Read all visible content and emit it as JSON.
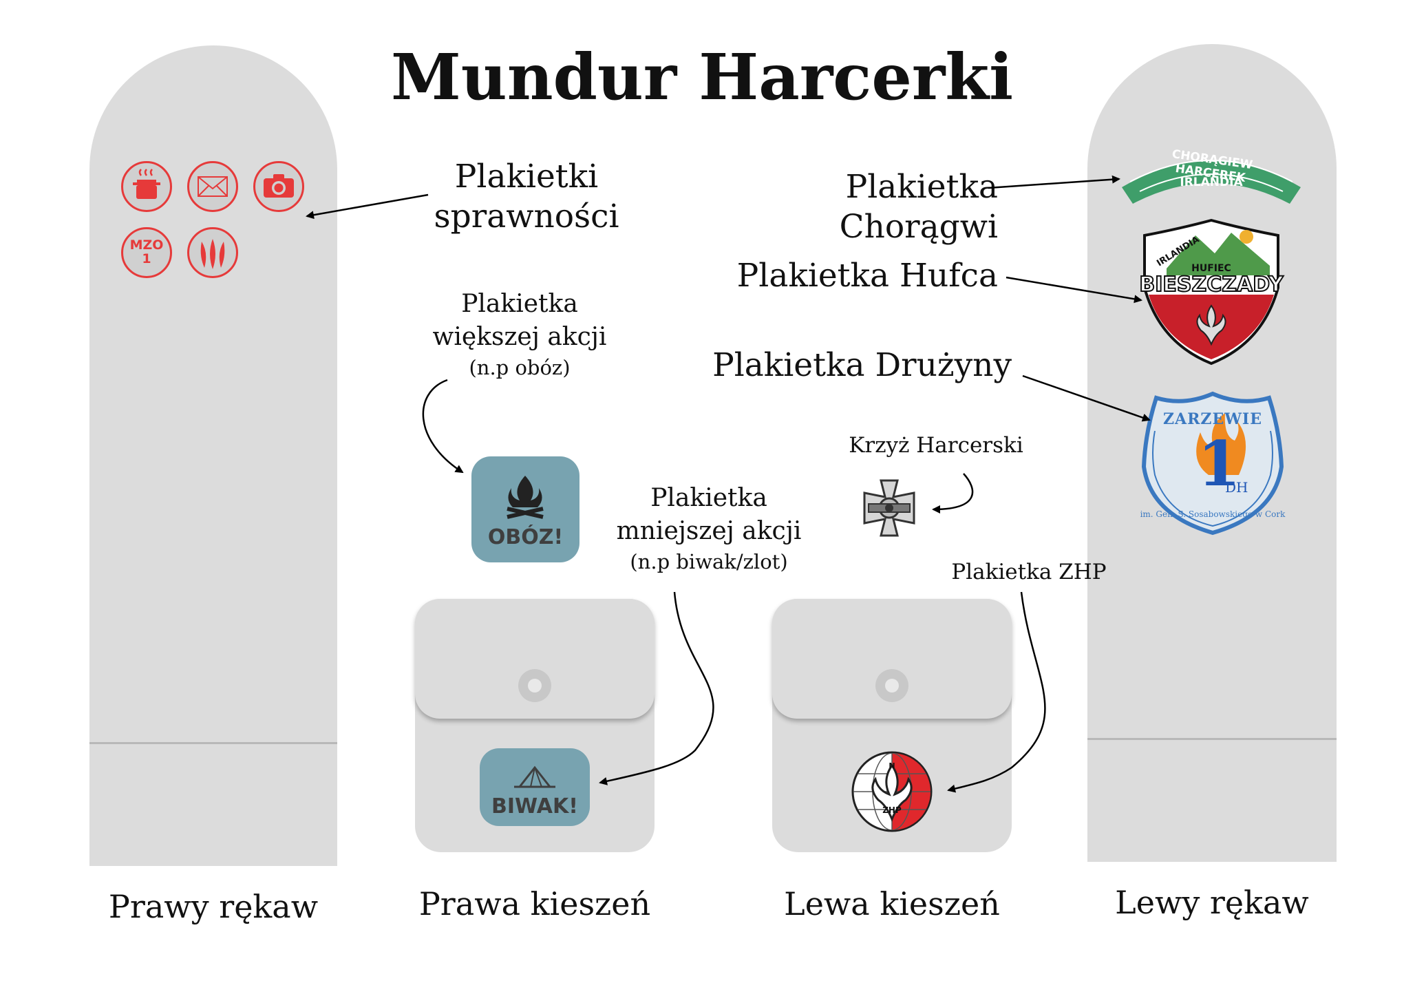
{
  "title": "Mundur Harcerki",
  "labels": {
    "sprawnosci": [
      "Plakietki",
      "sprawności"
    ],
    "wiekszej": [
      "Plakietka",
      "większej akcji"
    ],
    "wiekszej_note": "(n.p obóz)",
    "mniejszej": [
      "Plakietka",
      "mniejszej akcji"
    ],
    "mniejszej_note": "(n.p biwak/zlot)",
    "krzyz": "Krzyż Harcerski",
    "zhp": "Plakietka ZHP",
    "choragwi": "Plakietka Chorągwi",
    "hufca": "Plakietka Hufca",
    "druzyny": "Plakietka Drużyny"
  },
  "parts": {
    "right_sleeve": "Prawy rękaw",
    "right_pocket": "Prawa kieszeń",
    "left_pocket": "Lewa kieszeń",
    "left_sleeve": "Lewy rękaw"
  },
  "badges": {
    "skill_mzo": [
      "MZO",
      "1"
    ],
    "event_oboz": "OBÓZ!",
    "event_biwak": "BIWAK!",
    "choragiew": [
      "CHORĄGIEW HARCEREK",
      "IRLANDIA"
    ],
    "hufiec": [
      "IRLANDIA",
      "HUFIEC",
      "BIESZCZADY"
    ],
    "druzyna": [
      "ZARZEWIE",
      "1",
      "DH",
      "im. Gen. S. Sosabowskiego w Cork"
    ],
    "zhp_text": [
      "N",
      "ZHP"
    ]
  },
  "colors": {
    "garment": "#dcdcdc",
    "badge_red": "#e63a3a",
    "event_blue": "#78a3b0",
    "choragiew_green": "#3f9e6a",
    "hufiec_red": "#c8202a",
    "druzyna_blue": "#3a78c0"
  }
}
